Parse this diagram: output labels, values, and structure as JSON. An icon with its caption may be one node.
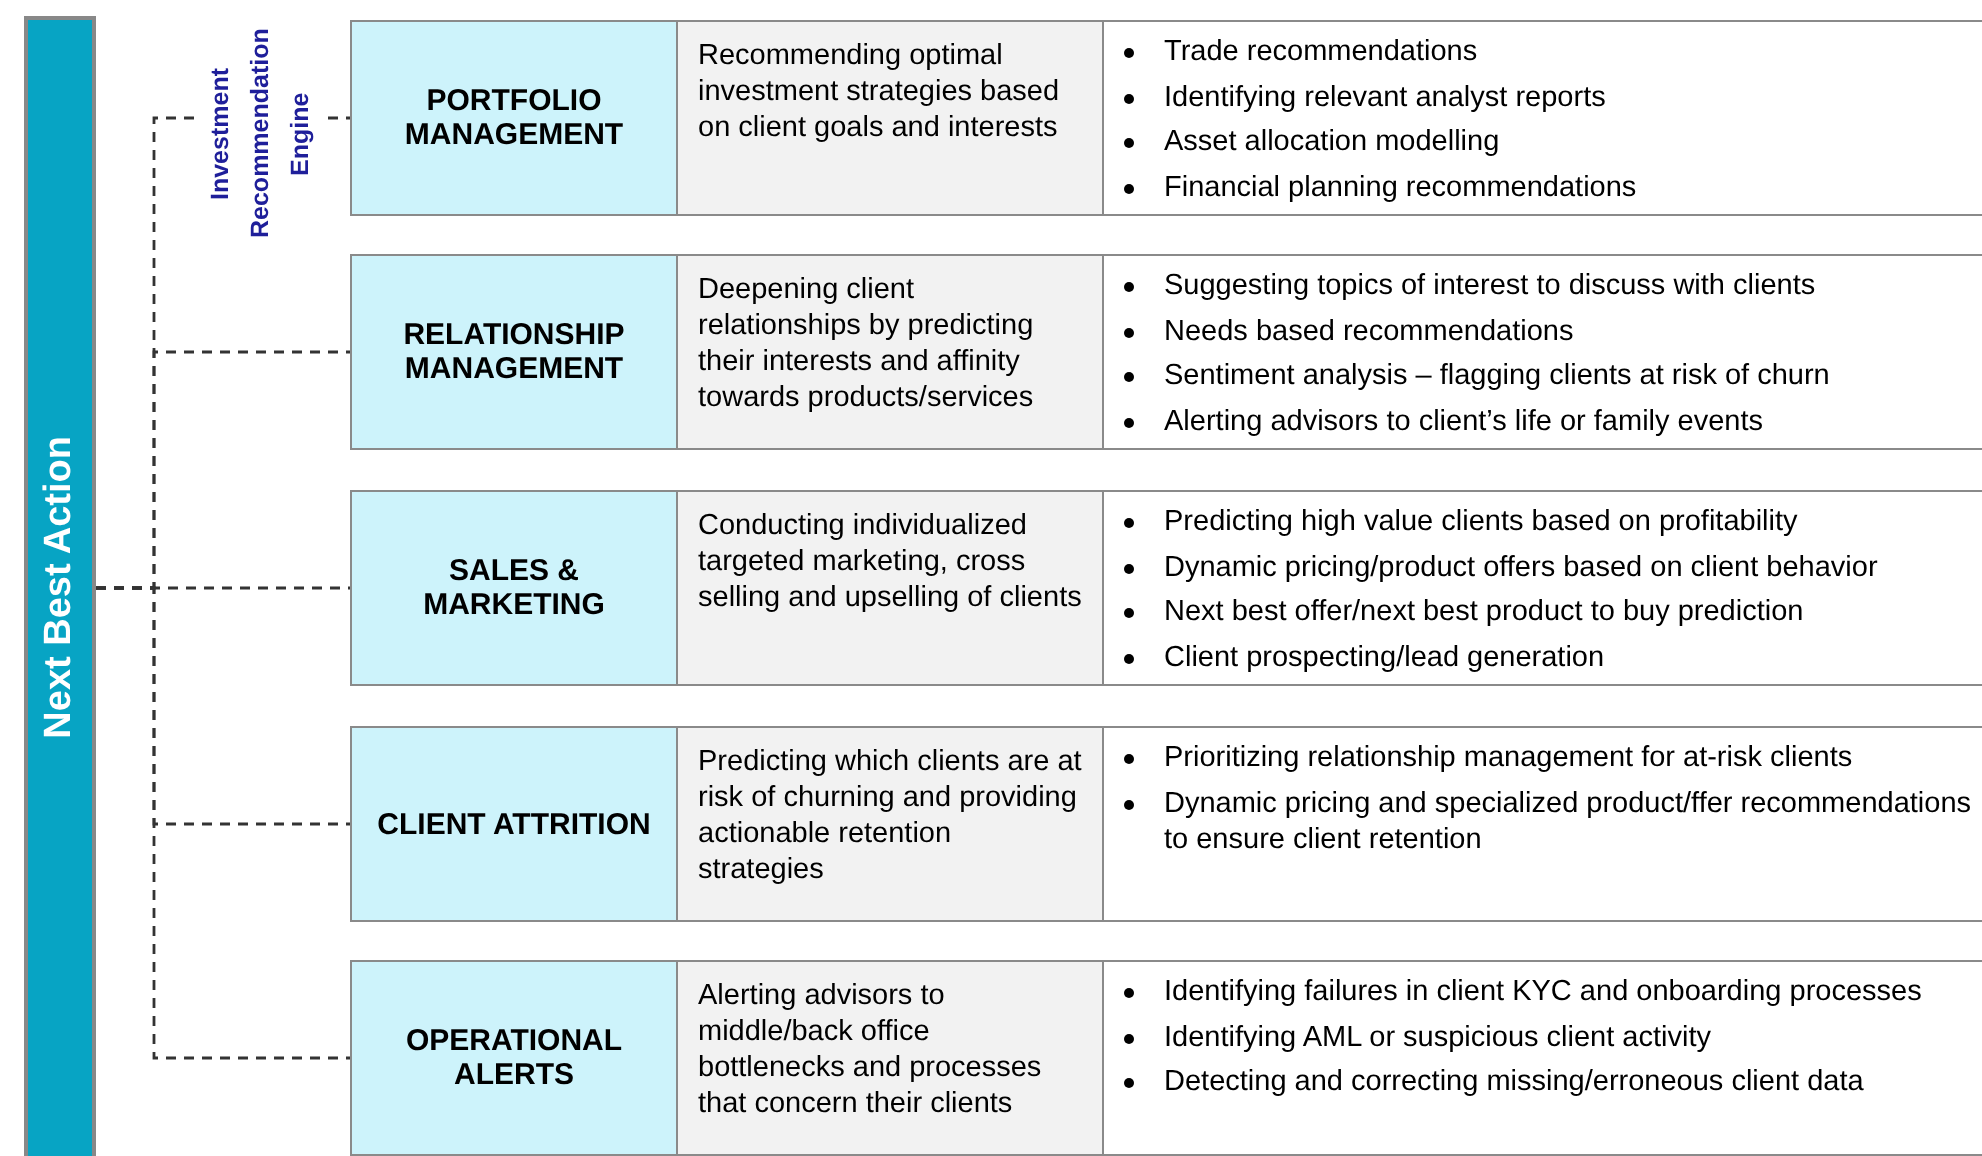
{
  "diagram": {
    "nodes": [
      {
        "text": [
          "Next Best Action"
        ]
      },
      {
        "text": [
          "PORTFOLIO MANAGEMENT"
        ]
      },
      {
        "text": [
          "Recommending optimal investment strategies based on client goals and interests"
        ]
      },
      {
        "text": [
          "Trade recommendations",
          "Identifying relevant analyst reports",
          "Asset allocation modelling",
          "Financial planning recommendations"
        ]
      },
      {
        "text": [
          "RELATIONSHIP MANAGEMENT"
        ]
      },
      {
        "text": [
          "Deepening client relationships by predicting their interests and affinity towards products/services"
        ]
      },
      {
        "text": [
          "Suggesting topics of interest to discuss with clients",
          "Needs based recommendations",
          "Sentiment analysis – flagging clients at risk of churn",
          "Alerting advisors to client’s life or family events"
        ]
      },
      {
        "text": [
          "SALES & MARKETING"
        ]
      },
      {
        "text": [
          "Conducting individualized targeted marketing, cross selling and upselling of clients"
        ]
      },
      {
        "text": [
          "Predicting high value clients based on profitability",
          "Dynamic pricing/product offers based on client behavior",
          "Next best offer/next best product to buy prediction",
          "Client prospecting/lead generation"
        ]
      },
      {
        "text": [
          "CLIENT ATTRITION"
        ]
      },
      {
        "text": [
          "Predicting which clients are at risk of churning and providing actionable retention strategies"
        ]
      },
      {
        "text": [
          "Prioritizing relationship management for at-risk clients",
          "Dynamic pricing and specialized product/ffer recommendations to ensure client retention"
        ]
      },
      {
        "text": [
          "OPERATIONAL ALERTS"
        ]
      },
      {
        "text": [
          "Alerting advisors to middle/back office bottlenecks and processes that concern their clients"
        ]
      },
      {
        "text": [
          "Identifying failures in client KYC and onboarding processes",
          "Identifying AML or suspicious client activity",
          "Detecting and correcting missing/erroneous client data"
        ]
      }
    ],
    "edges": [
      {
        "from": 0,
        "to": 1,
        "arrow": "none",
        "style": "dashed",
        "label": "Investment Recommendation Engine"
      },
      {
        "from": 0,
        "to": 4,
        "arrow": "none",
        "style": "dashed"
      },
      {
        "from": 0,
        "to": 7,
        "arrow": "none",
        "style": "dashed"
      },
      {
        "from": 0,
        "to": 10,
        "arrow": "none",
        "style": "dashed"
      },
      {
        "from": 0,
        "to": 13,
        "arrow": "none",
        "style": "dashed"
      }
    ]
  }
}
